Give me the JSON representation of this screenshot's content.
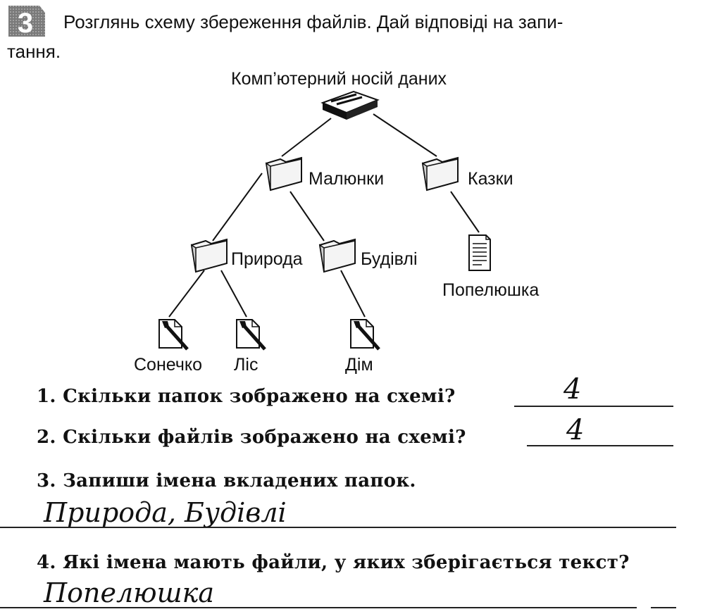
{
  "task": {
    "number": "3",
    "instruction_line1": "Розглянь схему збереження файлів. Дай відповіді на запи-",
    "instruction_line2": "тання."
  },
  "diagram": {
    "root_label": "Комп’ютерний носій даних",
    "folders": {
      "malyunky": "Малюнки",
      "kazky": "Казки",
      "pryroda": "Природа",
      "budivli": "Будівлі"
    },
    "files": {
      "popelyushka": "Попелюшка",
      "sonechko": "Сонечко",
      "lis": "Ліс",
      "dim": "Дім"
    }
  },
  "questions": [
    {
      "text": "1. Скільки папок зображено на схемі?",
      "answer": "4"
    },
    {
      "text": "2. Скільки файлів зображено на схемі?",
      "answer": "4"
    },
    {
      "text": "3. Запиши імена вкладених папок.",
      "answer": "Природа, Будівлі"
    },
    {
      "text": "4. Які імена мають файли, у яких зберігається текст?",
      "answer": "Попелюшка"
    }
  ]
}
